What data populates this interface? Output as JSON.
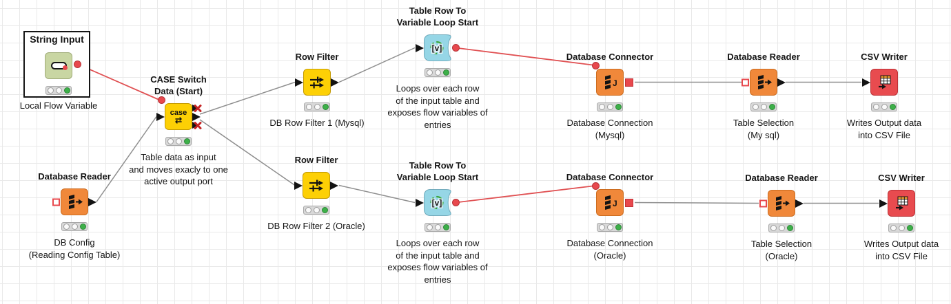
{
  "workflow": {
    "tool": "KNIME workflow canvas",
    "colors": {
      "node_yellow": "#fdd005",
      "node_orange": "#f0883a",
      "node_red": "#e84b4f",
      "node_cyan": "#96d6e6",
      "node_olive": "#c9d6a3",
      "traffic_green": "#3db049",
      "port_red": "#e8484d",
      "wire_gray": "#8e8e8e",
      "wire_red": "#e05052",
      "inactive_x_red": "#c42222",
      "csv_icon_orange": "#f0a030"
    }
  },
  "annotation": {
    "title": "String Input"
  },
  "nodes": [
    {
      "name": "string-input",
      "title": "String Input",
      "comment": "Local Flow Variable",
      "status_light": "green"
    },
    {
      "name": "case-switch-data-start",
      "title": "CASE Switch\nData (Start)",
      "comment": "Table data as input\nand moves exacly to one\nactive output port",
      "icon_text": "case",
      "icon_arrows": "⇄",
      "status_light": "green"
    },
    {
      "name": "database-reader-config",
      "title": "Database Reader",
      "comment": "DB Config\n(Reading Config Table)",
      "status_light": "green"
    },
    {
      "name": "row-filter-mysql",
      "title": "Row Filter",
      "comment": "DB Row Filter 1 (Mysql)",
      "status_light": "green"
    },
    {
      "name": "loop-start-mysql",
      "title": "Table Row To\nVariable Loop Start",
      "comment": "Loops over each row\nof the input table and\nexposes flow variables of\nentries",
      "icon_text": "[v]",
      "status_light": "green"
    },
    {
      "name": "database-connector-mysql",
      "title": "Database Connector",
      "comment": "Database Connection\n(Mysql)",
      "icon_text": "J",
      "status_light": "green"
    },
    {
      "name": "database-reader-mysql",
      "title": "Database Reader",
      "comment": "Table Selection\n(My sql)",
      "status_light": "green"
    },
    {
      "name": "csv-writer-mysql",
      "title": "CSV Writer",
      "comment": "Writes Output data\ninto CSV File",
      "status_light": "green"
    },
    {
      "name": "row-filter-oracle",
      "title": "Row Filter",
      "comment": "DB Row Filter 2 (Oracle)",
      "status_light": "green"
    },
    {
      "name": "loop-start-oracle",
      "title": "Table Row To\nVariable Loop Start",
      "comment": "Loops over each row\nof the input table and\nexposes flow variables of\nentries",
      "icon_text": "[v]",
      "status_light": "green"
    },
    {
      "name": "database-connector-oracle",
      "title": "Database Connector",
      "comment": "Database Connection\n(Oracle)",
      "icon_text": "J",
      "status_light": "green"
    },
    {
      "name": "database-reader-oracle",
      "title": "Database Reader",
      "comment": "Table Selection\n(Oracle)",
      "status_light": "green"
    },
    {
      "name": "csv-writer-oracle",
      "title": "CSV Writer",
      "comment": "Writes Output data\ninto CSV File",
      "status_light": "green"
    }
  ]
}
